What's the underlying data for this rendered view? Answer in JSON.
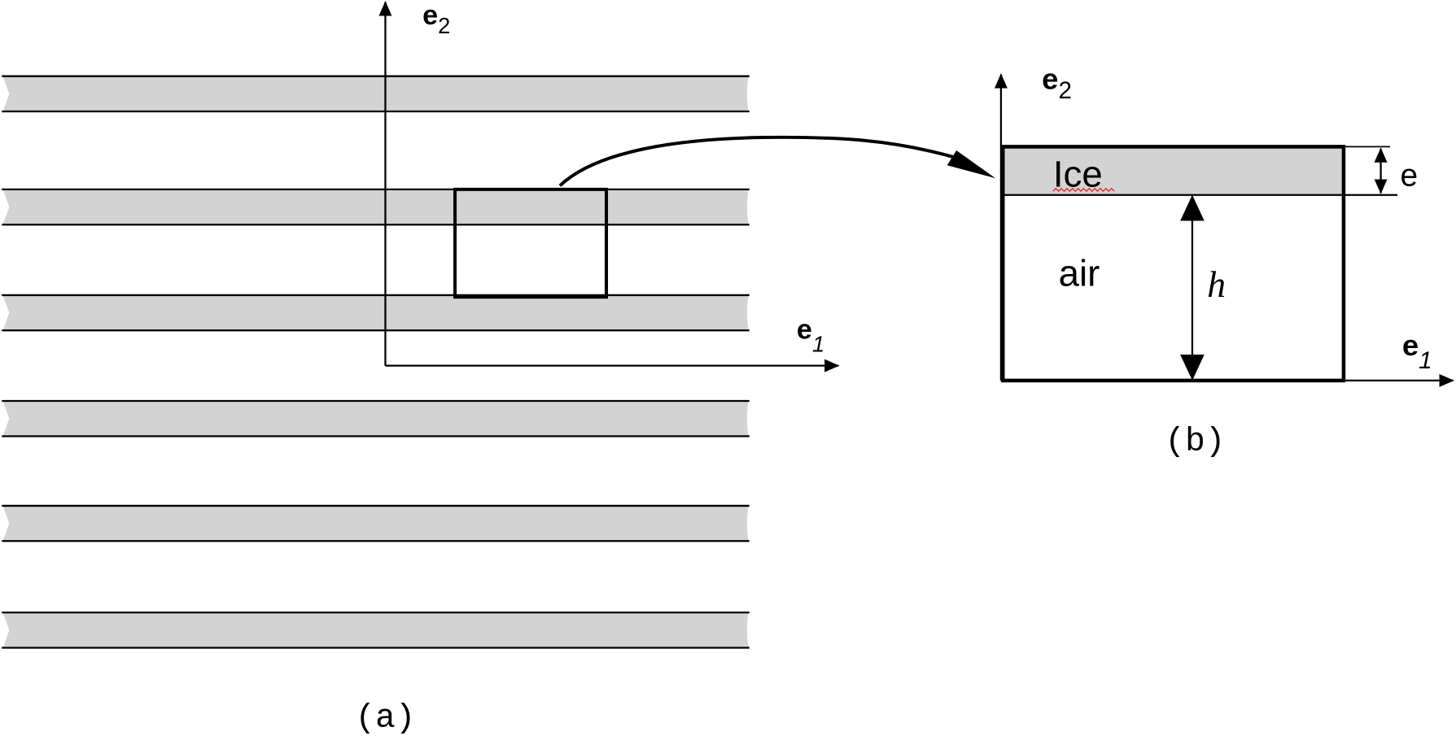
{
  "panel_a": {
    "axis_e1": {
      "base": "e",
      "sub": "1"
    },
    "axis_e2": {
      "base": "e",
      "sub": "2"
    },
    "caption": "(a)",
    "layer_count": 6
  },
  "panel_b": {
    "axis_e1": {
      "base": "e",
      "sub": "1"
    },
    "axis_e2": {
      "base": "e",
      "sub": "2"
    },
    "ice_label": "Ice",
    "air_label": "air",
    "thickness_label": "e",
    "height_label": "h",
    "caption": "(b)"
  },
  "colors": {
    "ice_fill": "#d3d3d3",
    "stroke": "#000000",
    "spellcheck": "#e03030"
  }
}
